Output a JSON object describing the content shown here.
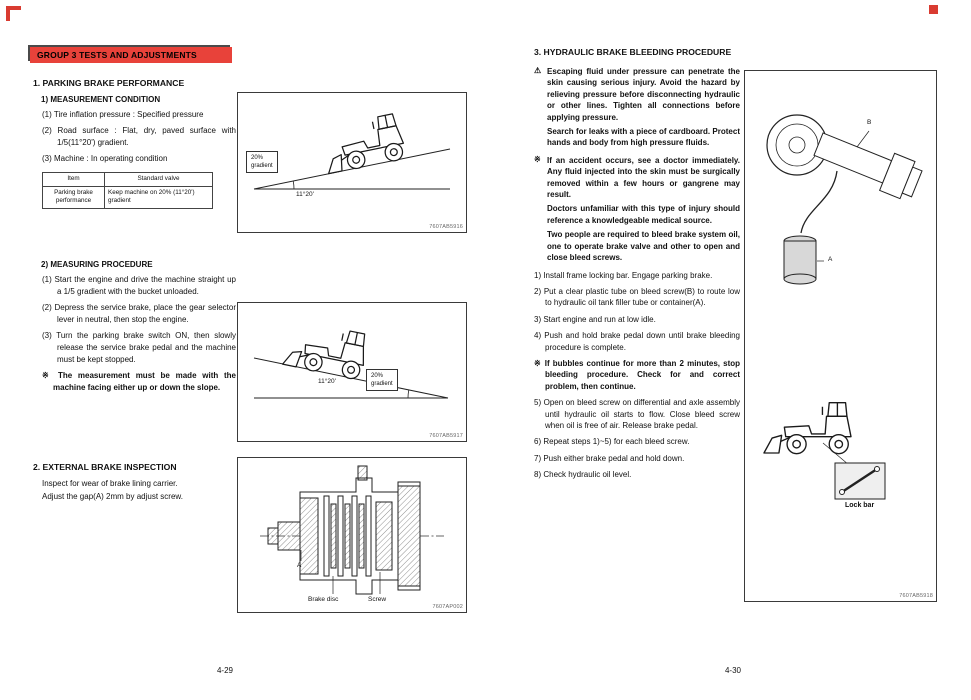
{
  "colors": {
    "header_bg": "#e8423a",
    "crop_mark": "#d93b31"
  },
  "left_page": {
    "group_header": "GROUP 3 TESTS AND ADJUSTMENTS",
    "page_number": "4-29",
    "section1": {
      "title": "1. PARKING BRAKE PERFORMANCE",
      "measurement_condition": {
        "title": "1) MEASUREMENT CONDITION",
        "items": [
          "(1) Tire inflation pressure : Specified pressure",
          "(2) Road surface : Flat, dry, paved surface with 1/5(11°20') gradient.",
          "(3) Machine : In operating condition"
        ],
        "table": {
          "headers": [
            "Item",
            "Standard valve"
          ],
          "row": [
            "Parking brake performance",
            "Keep machine on 20% (11°20') gradient"
          ]
        }
      },
      "measuring_procedure": {
        "title": "2) MEASURING PROCEDURE",
        "items": [
          "(1) Start the engine and drive the machine straight up a 1/5 gradient with the bucket unloaded.",
          "(2) Depress the service brake, place the gear selector lever in neutral, then stop the engine.",
          "(3) Turn the parking brake switch ON, then slowly release the service brake pedal and the machine must be kept stopped."
        ],
        "note": "※ The measurement must be made with the machine facing either up or down the slope."
      }
    },
    "section2": {
      "title": "2. EXTERNAL BRAKE INSPECTION",
      "lines": [
        "Inspect for wear of brake lining carrier.",
        "Adjust the gap(A) 2mm by adjust screw."
      ]
    },
    "figures": {
      "fig1": {
        "gradient_line1": "20%",
        "gradient_line2": "gradient",
        "angle": "11°20'",
        "code": "7607AB5916"
      },
      "fig2": {
        "gradient_line1": "20%",
        "gradient_line2": "gradient",
        "angle": "11°20'",
        "code": "7607AB5917"
      },
      "fig3": {
        "label_a": "A",
        "label_brake_disc": "Brake disc",
        "label_screw": "Screw",
        "code": "7607AP002"
      }
    }
  },
  "right_page": {
    "page_number": "4-30",
    "section3": {
      "title": "3. HYDRAULIC BRAKE BLEEDING PROCEDURE",
      "warning_icon": "⚠",
      "warning_paragraphs": [
        "Escaping fluid under pressure can penetrate the skin causing serious injury. Avoid the hazard by relieving pressure before disconnecting hydraulic or other lines.  Tighten all connections before applying pressure.",
        "Search for leaks with a piece of cardboard.  Protect hands and body from high pressure fluids."
      ],
      "note_marker": "※",
      "caution_paragraphs": [
        "If an accident occurs, see a doctor immediately.  Any fluid injected into the skin must be surgically removed within a few hours or gangrene may result.",
        "Doctors unfamiliar with this type of injury should reference a knowledgeable medical source.",
        "Two people are required to bleed brake system oil, one to operate brake valve and other to open and close bleed screws."
      ],
      "steps_1_4": [
        "1) Install frame locking bar.  Engage parking brake.",
        "2) Put a clear plastic tube on bleed screw(B) to route low to hydraulic oil tank filler tube or container(A).",
        "3) Start engine and run at low idle.",
        "4) Push and hold brake pedal down until brake bleeding procedure is complete."
      ],
      "bubble_note": "※ If bubbles continue for more than 2 minutes, stop bleeding procedure. Check for and correct problem, then continue.",
      "steps_5_8": [
        "5) Open on bleed screw on differential and axle assembly until hydraulic oil starts to flow.  Close bleed screw when oil is free of air.  Release brake pedal.",
        "6) Repeat steps 1)~5) for each bleed screw.",
        "7) Push either brake pedal and hold down.",
        "8) Check hydraulic oil level."
      ]
    },
    "figure": {
      "label_b": "B",
      "label_a": "A",
      "label_lock_bar": "Lock bar",
      "code": "7607AB5918"
    }
  }
}
